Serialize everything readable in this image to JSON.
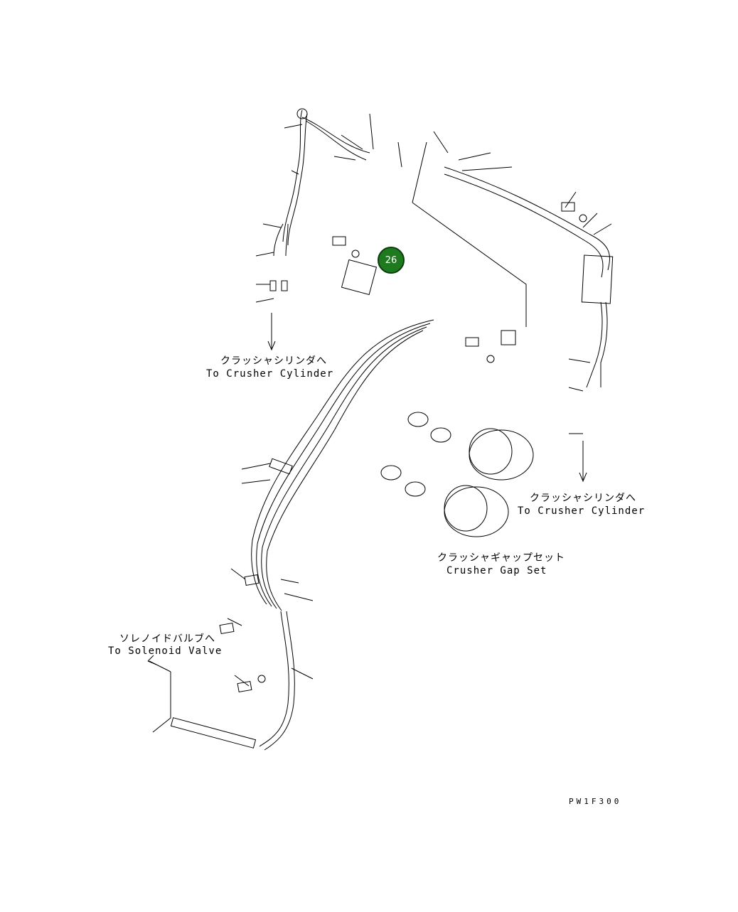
{
  "labels": {
    "crusher_cylinder_left_jp": "クラッシャシリンダへ",
    "crusher_cylinder_left_en": "To Crusher Cylinder",
    "crusher_cylinder_right_jp": "クラッシャシリンダへ",
    "crusher_cylinder_right_en": "To Crusher Cylinder",
    "crusher_gap_set_jp": "クラッシャギャップセット",
    "crusher_gap_set_en": "Crusher Gap Set",
    "solenoid_valve_jp": "ソレノイドバルブへ",
    "solenoid_valve_en": "To Solenoid Valve",
    "drawing_code": "PW1F300"
  },
  "callouts": [
    {
      "number": "26",
      "color": "#1f7a1f"
    }
  ]
}
